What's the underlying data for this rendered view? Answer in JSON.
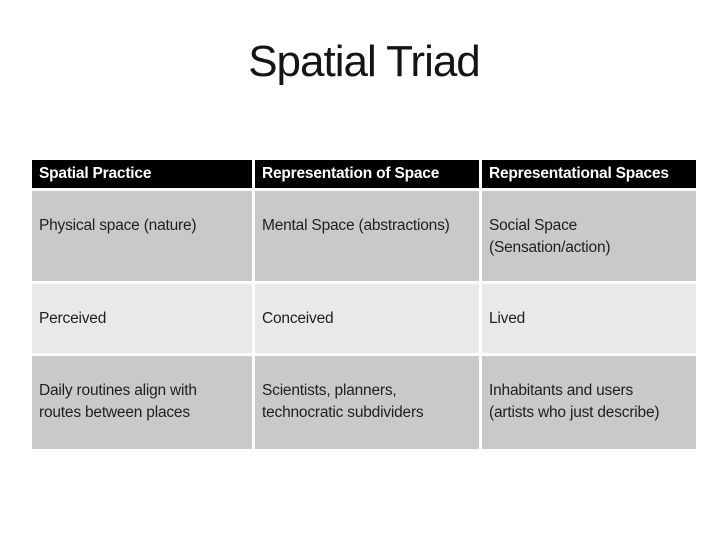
{
  "slide": {
    "title": "Spatial Triad"
  },
  "theme": {
    "slide_bg": "#ffffff",
    "title_color": "#141414",
    "header_bg": "#000000",
    "header_text": "#ffffff",
    "row_dark": "#c9c9c9",
    "row_light": "#e9e9e9",
    "body_text": "#1f1f1f"
  },
  "table": {
    "columns": [
      "Spatial Practice",
      "Representation of Space",
      "Representational Spaces"
    ],
    "rows": [
      {
        "shade": "dark",
        "cells": [
          "Physical space (nature)",
          "Mental Space (abstractions)",
          "Social Space\n(Sensation/action)"
        ]
      },
      {
        "shade": "light",
        "cells": [
          "Perceived",
          "Conceived",
          "Lived"
        ]
      },
      {
        "shade": "dark",
        "cells": [
          "Daily routines align with\nroutes between places",
          "Scientists, planners,\ntechnocratic subdividers",
          "Inhabitants and users\n(artists who just describe)"
        ]
      }
    ]
  }
}
